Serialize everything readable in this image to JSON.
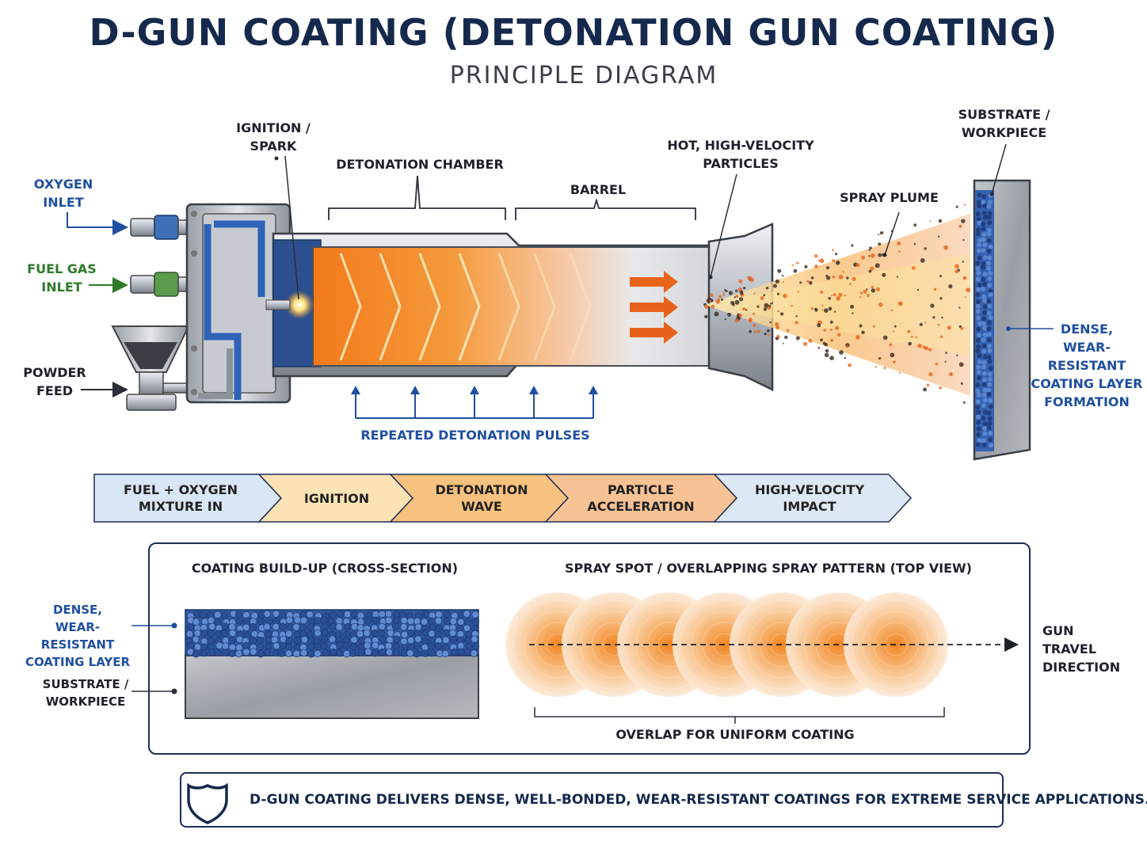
{
  "header": {
    "title": "D-GUN COATING (DETONATION GUN COATING)",
    "subtitle": "PRINCIPLE DIAGRAM"
  },
  "labels": {
    "oxygen_inlet": [
      "OXYGEN",
      "INLET"
    ],
    "fuel_gas_inlet": [
      "FUEL GAS",
      "INLET"
    ],
    "powder_feed": [
      "POWDER",
      "FEED"
    ],
    "ignition_spark": [
      "IGNITION /",
      "SPARK"
    ],
    "detonation_chamber": "DETONATION CHAMBER",
    "barrel": "BARREL",
    "hot_particles": [
      "HOT, HIGH-VELOCITY",
      "PARTICLES"
    ],
    "spray_plume": "SPRAY PLUME",
    "substrate_top": [
      "SUBSTRATE /",
      "WORKPIECE"
    ],
    "dense_layer_right": [
      "DENSE,",
      "WEAR-RESISTANT",
      "COATING LAYER",
      "FORMATION"
    ],
    "repeated_pulses": "REPEATED DETONATION PULSES"
  },
  "process_steps": [
    {
      "lines": [
        "FUEL + OXYGEN",
        "MIXTURE IN"
      ],
      "color": "#d9e6f5"
    },
    {
      "lines": [
        "IGNITION"
      ],
      "color": "#fbe3b5"
    },
    {
      "lines": [
        "DETONATION",
        "WAVE"
      ],
      "color": "#f7c27f"
    },
    {
      "lines": [
        "PARTICLE",
        "ACCELERATION"
      ],
      "color": "#f8c394"
    },
    {
      "lines": [
        "HIGH-VELOCITY",
        "IMPACT"
      ],
      "color": "#dde8f5"
    }
  ],
  "panel": {
    "cross_section_title": "COATING BUILD-UP (CROSS-SECTION)",
    "top_view_title": "SPRAY SPOT / OVERLAPPING SPRAY PATTERN (TOP VIEW)",
    "dense_layer": [
      "DENSE,",
      "WEAR-RESISTANT",
      "COATING LAYER"
    ],
    "substrate": [
      "SUBSTRATE /",
      "WORKPIECE"
    ],
    "gun_travel": [
      "GUN",
      "TRAVEL",
      "DIRECTION"
    ],
    "overlap": "OVERLAP FOR UNIFORM COATING"
  },
  "footer": {
    "icon": "shield-icon",
    "text": "D-GUN COATING DELIVERS DENSE, WELL-BONDED, WEAR-RESISTANT COATINGS FOR EXTREME SERVICE APPLICATIONS."
  },
  "colors": {
    "navy": "#15294d",
    "blue_label": "#1f4fa0",
    "green_label": "#2f7a2a",
    "orange": "#f07a1a",
    "coating_blue": "#3561b0"
  }
}
